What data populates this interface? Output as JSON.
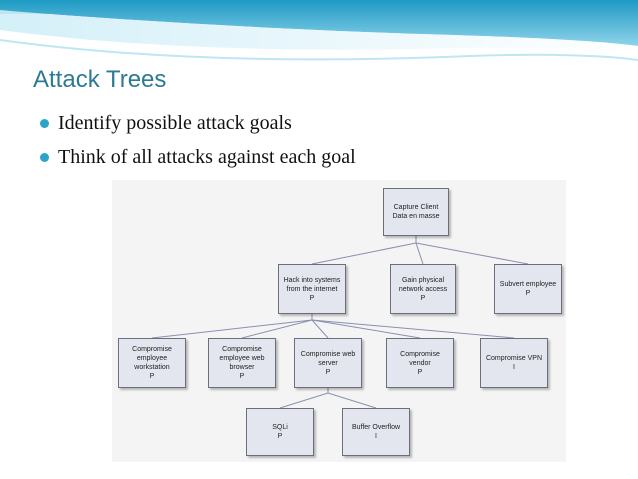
{
  "slide": {
    "title": "Attack Trees",
    "bullets": [
      "Identify possible attack goals",
      "Think of all attacks against each goal"
    ]
  },
  "colors": {
    "title": "#2d7a95",
    "bullet": "#2ba5c7",
    "node_fill": "#e3e6ee",
    "node_border": "#6a6f7a",
    "edge": "#8a8fb0"
  },
  "tree": {
    "nodes": [
      {
        "id": "root",
        "label": "Capture Client\nData en masse"
      },
      {
        "id": "hack",
        "label": "Hack into systems\nfrom the internet\nP"
      },
      {
        "id": "physical",
        "label": "Gain physical\nnetwork access\nP"
      },
      {
        "id": "subvert",
        "label": "Subvert employee\nP"
      },
      {
        "id": "workstation",
        "label": "Compromise\nemployee\nworkstation\nP"
      },
      {
        "id": "browser",
        "label": "Compromise\nemployee web\nbrowser\nP"
      },
      {
        "id": "webserver",
        "label": "Compromise web\nserver\nP"
      },
      {
        "id": "vendor",
        "label": "Compromise\nvendor\nP"
      },
      {
        "id": "vpn",
        "label": "Compromise VPN\nI"
      },
      {
        "id": "sqli",
        "label": "SQLi\nP"
      },
      {
        "id": "overflow",
        "label": "Buffer Overflow\nI"
      }
    ],
    "edges": [
      [
        "root",
        "hack"
      ],
      [
        "root",
        "physical"
      ],
      [
        "root",
        "subvert"
      ],
      [
        "hack",
        "workstation"
      ],
      [
        "hack",
        "browser"
      ],
      [
        "hack",
        "webserver"
      ],
      [
        "hack",
        "vendor"
      ],
      [
        "hack",
        "vpn"
      ],
      [
        "webserver",
        "sqli"
      ],
      [
        "webserver",
        "overflow"
      ]
    ]
  }
}
